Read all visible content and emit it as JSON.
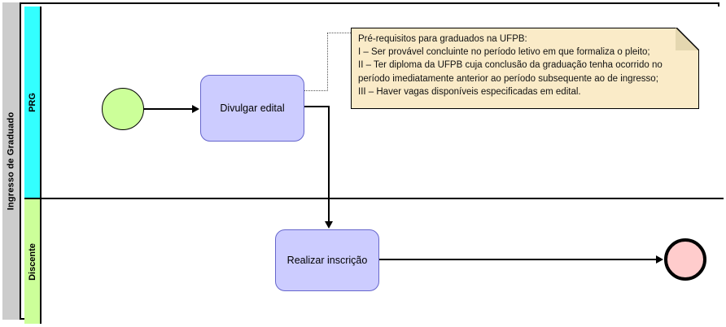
{
  "pool": {
    "title": "Ingresso de Graduado",
    "lanes": [
      {
        "id": "prg",
        "label": "PRG",
        "color": "#33ffff"
      },
      {
        "id": "discente",
        "label": "Discente",
        "color": "#ccff99"
      }
    ]
  },
  "events": {
    "start": {
      "name": "start-event",
      "color": "#ccff99"
    },
    "end": {
      "name": "end-event",
      "color": "#ffcccc"
    }
  },
  "tasks": [
    {
      "id": "divulgar",
      "label": "Divulgar edital",
      "lane": "PRG"
    },
    {
      "id": "inscricao",
      "label": "Realizar inscrição",
      "lane": "Discente"
    }
  ],
  "note": {
    "text": "Pré-requisitos para graduados na UFPB:\nI – Ser provável concluinte no período letivo em que formaliza o pleito;\nII – Ter diploma da UFPB cuja conclusão da graduação tenha ocorrido no\nperíodo imediatamente anterior ao período subsequente ao de ingresso;\nIII – Haver vagas disponíveis especificadas em edital.",
    "background": "#faebc8"
  },
  "chart_data": {
    "type": "diagram",
    "notation": "BPMN",
    "title": "Ingresso de Graduado",
    "nodes": [
      {
        "id": "start",
        "type": "start-event",
        "label": "",
        "lane": "PRG"
      },
      {
        "id": "divulgar",
        "type": "task",
        "label": "Divulgar edital",
        "lane": "PRG"
      },
      {
        "id": "inscricao",
        "type": "task",
        "label": "Realizar inscrição",
        "lane": "Discente"
      },
      {
        "id": "end",
        "type": "end-event",
        "label": "",
        "lane": "Discente"
      },
      {
        "id": "note",
        "type": "text-annotation",
        "label": "Pré-requisitos para graduados na UFPB",
        "lane": "PRG"
      }
    ],
    "edges": [
      {
        "from": "start",
        "to": "divulgar",
        "type": "sequence-flow"
      },
      {
        "from": "divulgar",
        "to": "inscricao",
        "type": "sequence-flow"
      },
      {
        "from": "inscricao",
        "to": "end",
        "type": "sequence-flow"
      },
      {
        "from": "divulgar",
        "to": "note",
        "type": "association"
      }
    ]
  }
}
